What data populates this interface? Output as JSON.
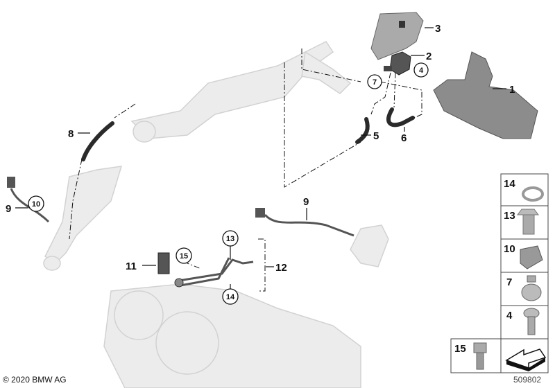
{
  "callouts": {
    "p1": "1",
    "p2": "2",
    "p3": "3",
    "p4": "4",
    "p5": "5",
    "p6": "6",
    "p7": "7",
    "p8": "8",
    "p9a": "9",
    "p9b": "9",
    "p10": "10",
    "p11": "11",
    "p12": "12",
    "p13": "13",
    "p14": "14",
    "p15": "15"
  },
  "legend_boxes": [
    {
      "label": "14",
      "icon": "sealing-ring-icon"
    },
    {
      "label": "13",
      "icon": "banjo-bolt-icon"
    },
    {
      "label": "10",
      "icon": "clip-nut-icon"
    },
    {
      "label": "7",
      "icon": "hose-clamp-icon"
    },
    {
      "label": "4",
      "icon": "screw-icon"
    },
    {
      "label": "15",
      "icon": "hex-bolt-icon"
    }
  ],
  "footer": {
    "copyright": "© 2020 BMW AG",
    "diagram_number": "509802"
  },
  "colors": {
    "ghost_part": "#ececec",
    "dark_part": "#555555",
    "text": "#111111"
  }
}
